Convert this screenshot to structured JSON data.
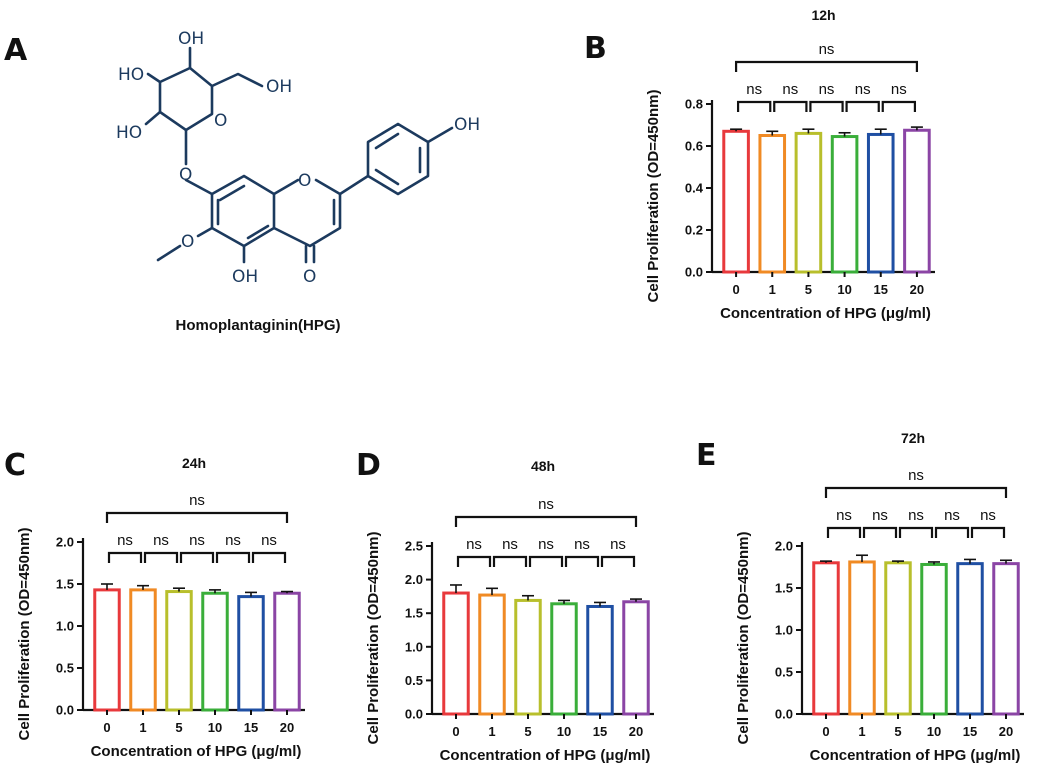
{
  "panel_letters": [
    "A",
    "B",
    "C",
    "D",
    "E"
  ],
  "molecule": {
    "caption": "Homoplantaginin(HPG)",
    "labels": [
      "OH",
      "HO",
      "OH",
      "HO",
      "O",
      "O",
      "O",
      "OH",
      "O",
      "OH",
      "O"
    ],
    "bond_color": "#1c3a5e"
  },
  "colors": [
    "#e8393c",
    "#f08a24",
    "#b8bf2c",
    "#3aae3a",
    "#1f4fa3",
    "#8b45a5"
  ],
  "significance": {
    "overall": "ns",
    "pairs": [
      "ns",
      "ns",
      "ns",
      "ns",
      "ns"
    ]
  },
  "chart_data": [
    {
      "panel": "B",
      "type": "bar",
      "title": "12h",
      "categories": [
        "0",
        "1",
        "5",
        "10",
        "15",
        "20"
      ],
      "values": [
        0.67,
        0.65,
        0.66,
        0.645,
        0.655,
        0.675
      ],
      "errors": [
        0.01,
        0.02,
        0.02,
        0.018,
        0.025,
        0.015
      ],
      "xlabel": "Concentration of HPG  (μg/ml)",
      "ylabel": "Cell Proliferation (OD=450nm)",
      "ylim": [
        0,
        0.8
      ],
      "yticks": [
        "0.0",
        "0.2",
        "0.4",
        "0.6",
        "0.8"
      ]
    },
    {
      "panel": "C",
      "type": "bar",
      "title": "24h",
      "categories": [
        "0",
        "1",
        "5",
        "10",
        "15",
        "20"
      ],
      "values": [
        1.43,
        1.43,
        1.41,
        1.39,
        1.35,
        1.39
      ],
      "errors": [
        0.07,
        0.05,
        0.04,
        0.04,
        0.05,
        0.02
      ],
      "xlabel": "Concentration of HPG  (μg/ml)",
      "ylabel": "Cell Proliferation (OD=450nm)",
      "ylim": [
        0,
        2.0
      ],
      "yticks": [
        "0.0",
        "0.5",
        "1.0",
        "1.5",
        "2.0"
      ]
    },
    {
      "panel": "D",
      "type": "bar",
      "title": "48h",
      "categories": [
        "0",
        "1",
        "5",
        "10",
        "15",
        "20"
      ],
      "values": [
        1.8,
        1.77,
        1.69,
        1.64,
        1.6,
        1.67
      ],
      "errors": [
        0.12,
        0.1,
        0.07,
        0.05,
        0.06,
        0.04
      ],
      "xlabel": "Concentration of HPG  (μg/ml)",
      "ylabel": "Cell Proliferation (OD=450nm)",
      "ylim": [
        0,
        2.5
      ],
      "yticks": [
        "0.0",
        "0.5",
        "1.0",
        "1.5",
        "2.0",
        "2.5"
      ]
    },
    {
      "panel": "E",
      "type": "bar",
      "title": "72h",
      "categories": [
        "0",
        "1",
        "5",
        "10",
        "15",
        "20"
      ],
      "values": [
        1.8,
        1.81,
        1.8,
        1.78,
        1.79,
        1.79
      ],
      "errors": [
        0.02,
        0.08,
        0.02,
        0.03,
        0.05,
        0.04
      ],
      "xlabel": "Concentration of HPG  (μg/ml)",
      "ylabel": "Cell Proliferation (OD=450nm)",
      "ylim": [
        0,
        2.0
      ],
      "yticks": [
        "0.0",
        "0.5",
        "1.0",
        "1.5",
        "2.0"
      ]
    }
  ]
}
